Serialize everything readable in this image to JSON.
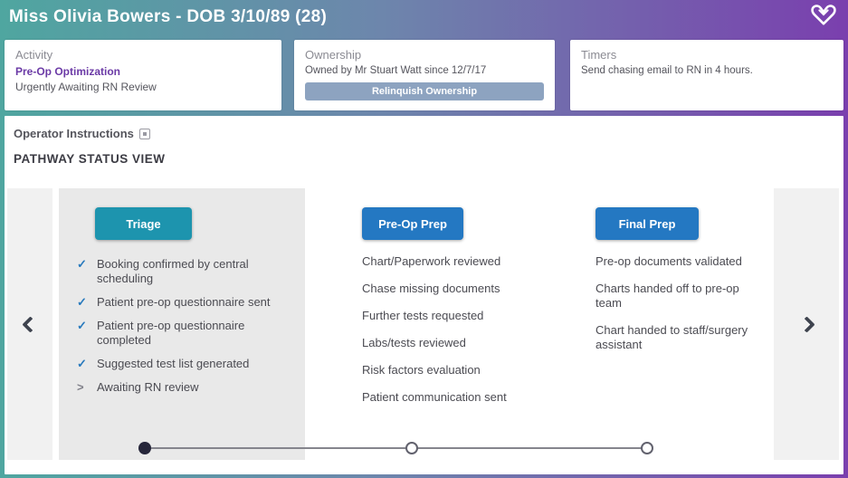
{
  "header": {
    "title": "Miss Olivia Bowers - DOB 3/10/89 (28)",
    "logo_icon": "heart-outline"
  },
  "cards": {
    "activity": {
      "heading": "Activity",
      "link": "Pre-Op Optimization",
      "status": "Urgently Awaiting RN Review"
    },
    "ownership": {
      "heading": "Ownership",
      "detail": "Owned by Mr Stuart Watt since 12/7/17",
      "button_label": "Relinquish Ownership"
    },
    "timers": {
      "heading": "Timers",
      "detail": "Send chasing email to RN in 4 hours."
    }
  },
  "main": {
    "operator_instructions_label": "Operator Instructions",
    "operator_instructions_icon": "expand-square",
    "section_title": "PATHWAY STATUS VIEW",
    "nav_prev_icon": "chevron-left",
    "nav_next_icon": "chevron-right"
  },
  "pathway": {
    "stages": [
      {
        "label": "Triage",
        "active": true,
        "items": [
          {
            "marker": "✓",
            "text": "Booking confirmed by central scheduling"
          },
          {
            "marker": "✓",
            "text": "Patient pre-op questionnaire sent"
          },
          {
            "marker": "✓",
            "text": "Patient pre-op questionnaire completed"
          },
          {
            "marker": "✓",
            "text": "Suggested test list generated"
          },
          {
            "marker": ">",
            "text": "Awaiting RN review"
          }
        ]
      },
      {
        "label": "Pre-Op Prep",
        "active": false,
        "items": [
          {
            "text": "Chart/Paperwork reviewed"
          },
          {
            "text": "Chase missing documents"
          },
          {
            "text": "Further tests requested"
          },
          {
            "text": "Labs/tests reviewed"
          },
          {
            "text": "Risk factors evaluation"
          },
          {
            "text": "Patient communication sent"
          }
        ]
      },
      {
        "label": "Final Prep",
        "active": false,
        "items": [
          {
            "text": "Pre-op documents validated"
          },
          {
            "text": "Charts handed off to pre-op team"
          },
          {
            "text": "Chart handed to staff/surgery assistant"
          }
        ]
      }
    ],
    "progress": {
      "current_stage_index": 0,
      "total_dots": 3
    }
  },
  "colors": {
    "gradient_start": "#4fa6a0",
    "gradient_mid": "#6d86ac",
    "gradient_end": "#7a3fae",
    "triage_button": "#1d94ae",
    "stage_button": "#2478c2",
    "check_mark": "#2779bd",
    "relinquish_button": "#8da3c0",
    "activity_link": "#6b3aa6",
    "active_stage_panel": "#e9e9e9",
    "progress_dot_filled": "#26263a"
  }
}
